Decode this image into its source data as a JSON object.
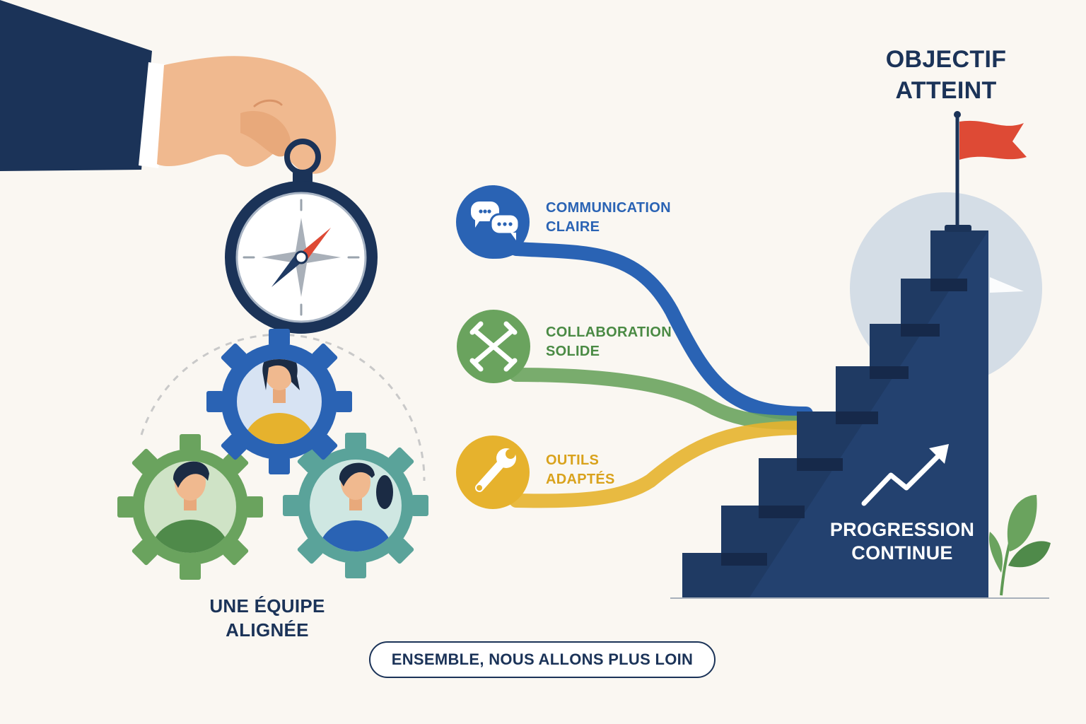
{
  "goal": {
    "line1": "OBJECTIF",
    "line2": "ATTEINT"
  },
  "pillars": [
    {
      "line1": "COMMUNICATION",
      "line2": "CLAIRE",
      "icon": "chat-bubbles-icon",
      "color": "#2a63b4"
    },
    {
      "line1": "COLLABORATION",
      "line2": "SOLIDE",
      "icon": "handshake-icon",
      "color": "#5f9a55"
    },
    {
      "line1": "OUTILS",
      "line2": "ADAPTÉS",
      "icon": "wrench-icon",
      "color": "#e6b22d"
    }
  ],
  "team": {
    "line1": "UNE ÉQUIPE",
    "line2": "ALIGNÉE"
  },
  "progress": {
    "line1": "PROGRESSION",
    "line2": "CONTINUE"
  },
  "slogan": "ENSEMBLE, NOUS ALLONS PLUS LOIN",
  "colors": {
    "navy": "#1b3358",
    "stairs": "#1f3a63",
    "blue": "#2a63b4",
    "green": "#5f9a55",
    "teal": "#5aa39a",
    "yellow": "#e6b22d",
    "flag": "#de4a35",
    "skin": "#f0b98f",
    "background": "#faf7f2"
  }
}
